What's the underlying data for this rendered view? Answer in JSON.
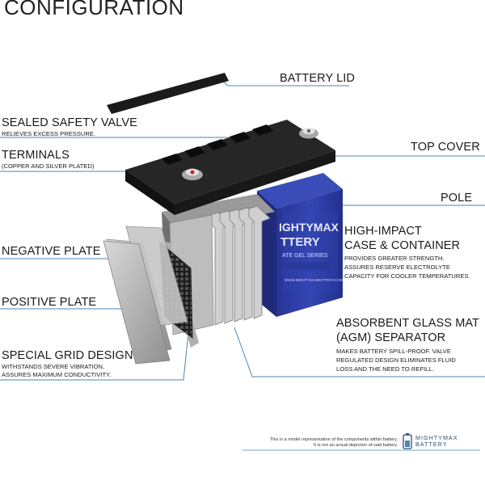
{
  "title": "CONFIGURATION",
  "labels": {
    "battery_lid": "BATTERY LID",
    "sealed_safety_valve": "SEALED SAFETY VALVE",
    "sealed_safety_valve_sub": "RELIEVES EXCESS PRESSURE.",
    "terminals": "TERMINALS",
    "terminals_sub": "(COPPER AND SILVER PLATED)",
    "top_cover": "TOP COVER",
    "pole": "POLE",
    "case_line1": "HIGH-IMPACT",
    "case_line2": "CASE & CONTAINER",
    "case_sub1": "PROVIDES GREATER STRENGTH.",
    "case_sub2": "ASSURES RESERVE ELECTROLYTE",
    "case_sub3": "CAPACITY FOR COOLER TEMPERATURES.",
    "negative_plate": "NEGATIVE PLATE",
    "positive_plate": "POSITIVE PLATE",
    "agm_line1": "ABSORBENT GLASS MAT",
    "agm_line2": "(AGM) SEPARATOR",
    "agm_sub1": "MAKES BATTERY SPILL-PROOF. VALVE",
    "agm_sub2": "REGULATED DESIGN ELIMINATES FLUID",
    "agm_sub3": "LOSS AND THE NEED TO REFILL.",
    "grid_line1": "SPECIAL GRID DESIGN",
    "grid_sub1": "WITHSTANDS SEVERE VIBRATION,",
    "grid_sub2": "ASSURES MAXIMUM CONDUCTIVITY."
  },
  "disclaimer": {
    "line1": "This is a model representation of the components within battery.",
    "line2": "It is not an actual depiction of said battery."
  },
  "brand_logo": {
    "line1": "MIGHTYMAX",
    "line2": "BATTERY"
  },
  "colors": {
    "leader_line": "#4a86b4",
    "case_blue": "#2f3fa8",
    "cover_black": "#1e1e1e",
    "plate_gray": "#b9b9b9",
    "brand_blue": "#2b4f78"
  }
}
